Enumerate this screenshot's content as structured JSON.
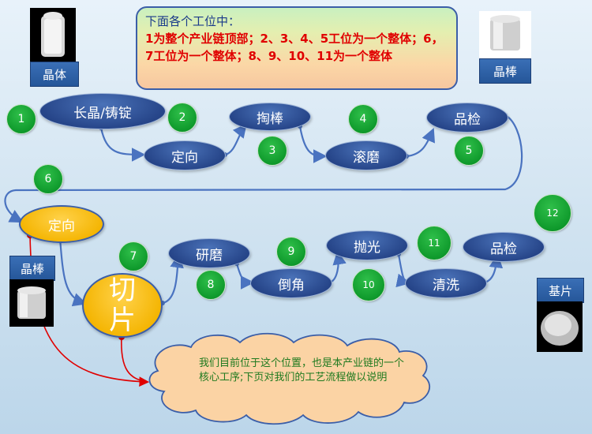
{
  "note": {
    "title": "下面各个工位中：",
    "body": "1为整个产业链顶部；2、3、4、5工位为一个整体；6，7工位为一个整体；8、9、10、11为一个整体"
  },
  "labels": {
    "crystal": "晶体",
    "rod_top": "晶棒",
    "rod_left": "晶棒",
    "substrate": "基片"
  },
  "steps": {
    "grow": "长晶/铸锭",
    "orient1": "定向",
    "round": "掏棒",
    "tumble": "滚磨",
    "inspect1": "品检",
    "orient2": "定向",
    "slice": "切片",
    "grind": "研磨",
    "chamfer": "倒角",
    "polish": "抛光",
    "clean": "清洗",
    "inspect2": "品检"
  },
  "numbers": [
    "1",
    "2",
    "3",
    "4",
    "5",
    "6",
    "7",
    "8",
    "9",
    "10",
    "11",
    "12"
  ],
  "cloud": "我们目前位于这个位置，也是本产业链的一个核心工序;下页对我们的工艺流程做以说明",
  "colors": {
    "node": "#27468a",
    "accent": "#f4b400",
    "number": "#0f9a2c",
    "arrow": "#4a73c0",
    "callout": "#e00000"
  }
}
